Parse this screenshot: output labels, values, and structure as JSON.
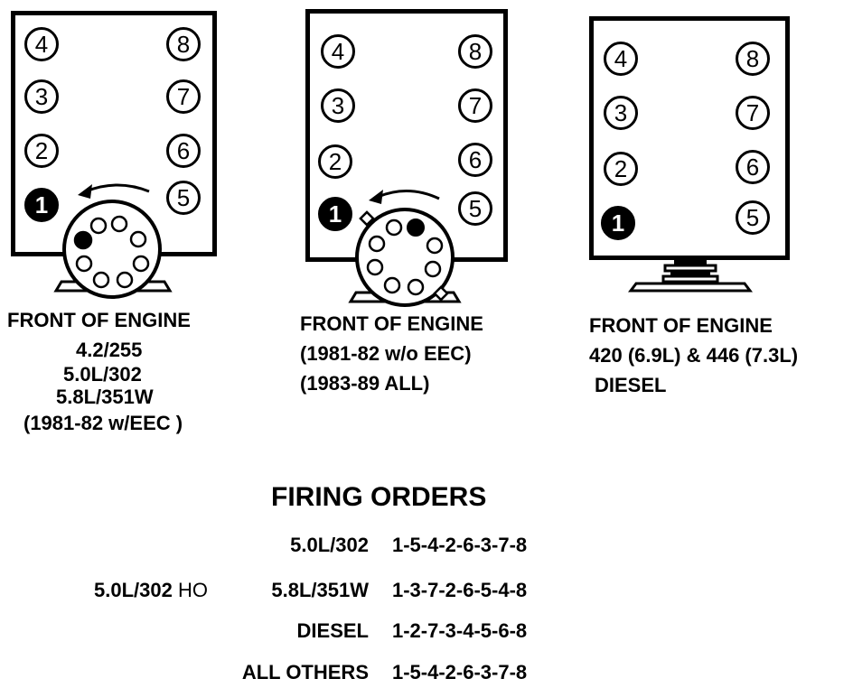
{
  "diagrams": [
    {
      "id": "left",
      "cylinders": {
        "left_bank": [
          "4",
          "3",
          "2",
          "1"
        ],
        "right_bank": [
          "8",
          "7",
          "6",
          "5"
        ]
      },
      "front_label": "FRONT OF ENGINE",
      "applications": [
        "4.2/255",
        "5.0L/302",
        "5.8L/351W",
        "(1981-82 w/EEC )"
      ]
    },
    {
      "id": "middle",
      "cylinders": {
        "left_bank": [
          "4",
          "3",
          "2",
          "1"
        ],
        "right_bank": [
          "8",
          "7",
          "6",
          "5"
        ]
      },
      "front_label": "FRONT OF ENGINE",
      "applications": [
        "(1981-82 w/o EEC)",
        "(1983-89 ALL)"
      ]
    },
    {
      "id": "right",
      "cylinders": {
        "left_bank": [
          "4",
          "3",
          "2",
          "1"
        ],
        "right_bank": [
          "8",
          "7",
          "6",
          "5"
        ]
      },
      "front_label": "FRONT OF ENGINE",
      "applications": [
        "420 (6.9L) & 446 (7.3L)",
        "DIESEL"
      ]
    }
  ],
  "firing_orders": {
    "title": "FIRING ORDERS",
    "rows": [
      {
        "prefix": "",
        "prefix_suffix": "",
        "label": "5.0L/302",
        "order": "1-5-4-2-6-3-7-8"
      },
      {
        "prefix": "5.0L/302",
        "prefix_suffix": "HO",
        "label": "5.8L/351W",
        "order": "1-3-7-2-6-5-4-8"
      },
      {
        "prefix": "",
        "prefix_suffix": "",
        "label": "DIESEL",
        "order": "1-2-7-3-4-5-6-8"
      },
      {
        "prefix": "",
        "prefix_suffix": "",
        "label": "ALL OTHERS",
        "order": "1-5-4-2-6-3-7-8"
      }
    ]
  }
}
